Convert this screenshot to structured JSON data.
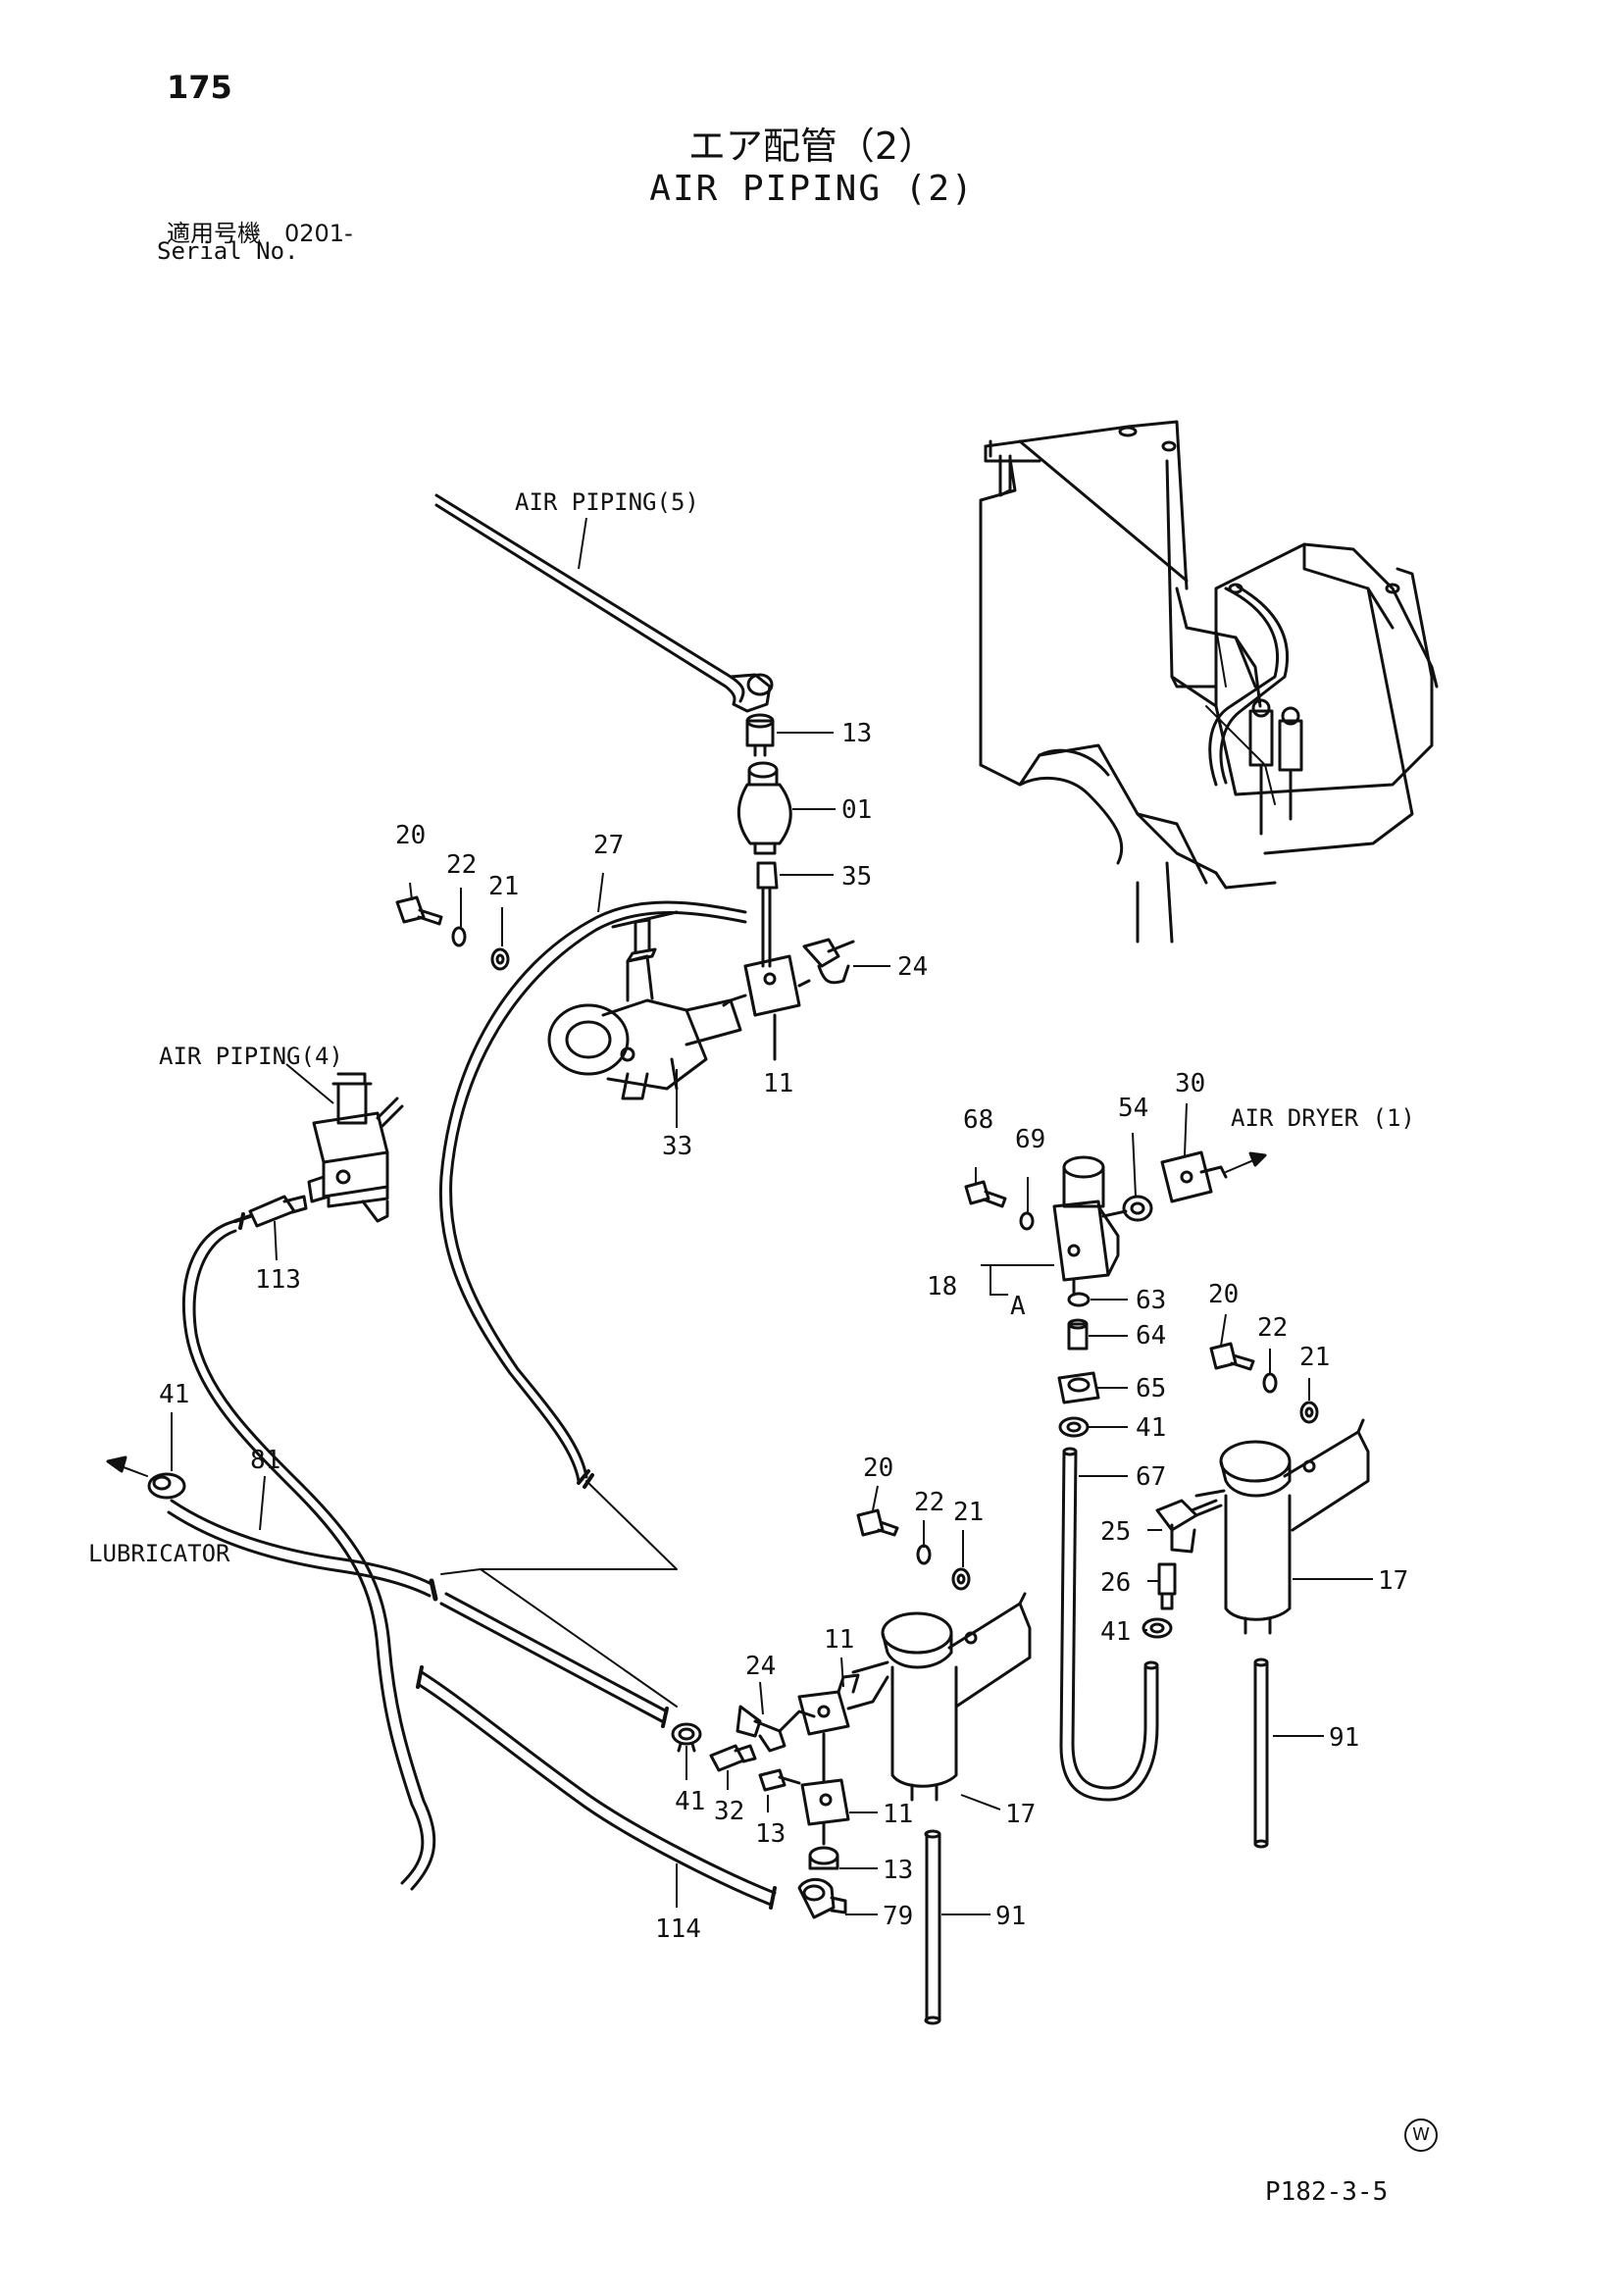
{
  "header": {
    "page_number": "175",
    "title_jp": "エア配管（2）",
    "title_en": "AIR PIPING (2)",
    "serial_jp": "適用号機　0201-",
    "serial_en": "Serial No."
  },
  "callouts": {
    "air_piping_5": "AIR PIPING(5)",
    "air_piping_4": "AIR PIPING(4)",
    "air_dryer_1": "AIR DRYER (1)",
    "lubricator": "LUBRICATOR"
  },
  "part_numbers": {
    "p13_top": "13",
    "p01": "01",
    "p35": "35",
    "p24_top": "24",
    "p20_top": "20",
    "p22_top": "22",
    "p21_top": "21",
    "p27": "27",
    "p11_top": "11",
    "p33": "33",
    "p113": "113",
    "p68": "68",
    "p69": "69",
    "p54": "54",
    "p30": "30",
    "p18": "18",
    "a_label": "A",
    "p63": "63",
    "p64": "64",
    "p65": "65",
    "p41_mid": "41",
    "p67": "67",
    "p20_right": "20",
    "p22_right": "22",
    "p21_right": "21",
    "p25": "25",
    "p17_right": "17",
    "p26": "26",
    "p41_right": "41",
    "p91_right": "91",
    "p41_left": "41",
    "p81": "81",
    "p20_mid": "20",
    "p22_mid": "22",
    "p21_mid": "21",
    "p24_mid": "24",
    "p11_mid": "11",
    "p41_low": "41",
    "p32": "32",
    "p13_low": "13",
    "p11_low": "11",
    "p17_mid": "17",
    "p13_bottom": "13",
    "p79": "79",
    "p91_mid": "91",
    "p114": "114"
  },
  "footer": {
    "mark": "W",
    "code": "P182-3-5"
  }
}
